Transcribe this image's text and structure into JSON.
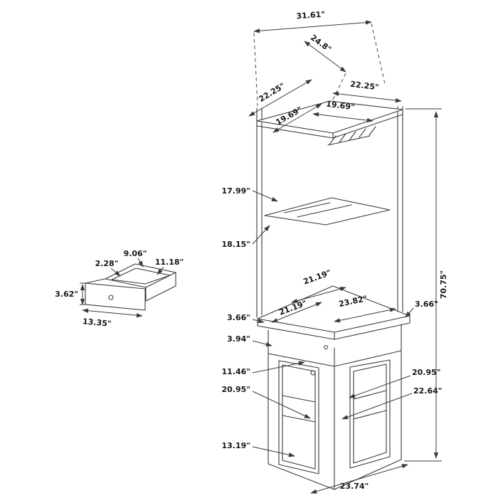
{
  "diagram": {
    "kind": "furniture-dimension-drawing",
    "subject": "corner-bar-cabinet",
    "units": "inches",
    "line_color": "#3a3a3a",
    "dims": {
      "top_overall_width": "31.61\"",
      "top_diagonal_depth": "24.8\"",
      "top_right_depth": "22.25\"",
      "top_left_depth": "22.25\"",
      "top_shelf_right": "19.69\"",
      "top_shelf_left": "19.69\"",
      "overall_height": "70.75\"",
      "hutch_upper_spacing": "17.99\"",
      "hutch_lower_spacing": "18.15\"",
      "counter_right_edge": "21.19\"",
      "counter_left_edge": "21.19\"",
      "counter_front_width": "23.82\"",
      "counter_left_thickness": "3.66\"",
      "counter_right_thickness": "3.66\"",
      "drawer_front_height": "3.94\"",
      "door_top_offset": "11.46\"",
      "cabinet_left_shelf_width": "20.95\"",
      "cabinet_right_shelf_width": "20.95\"",
      "cabinet_interior_width": "22.64\"",
      "base_shelf_height": "13.19\"",
      "base_front_width": "23.74\""
    },
    "drawer_detail": {
      "back_width": "9.06\"",
      "wall_thickness": "2.28\"",
      "inner_width": "11.18\"",
      "height": "3.62\"",
      "front_width": "13.35\""
    }
  }
}
